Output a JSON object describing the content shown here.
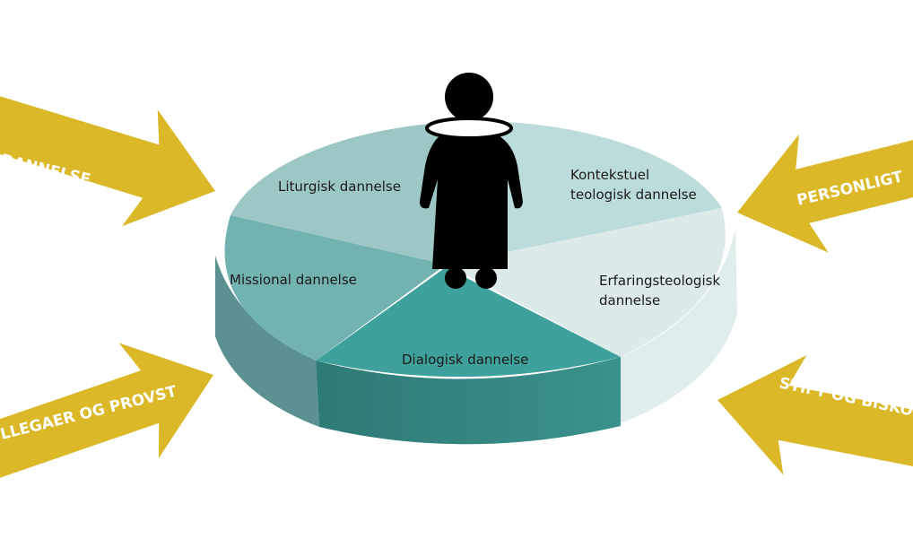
{
  "colors": {
    "arrow": "#dab828",
    "liturgisk": "#9cc7c4",
    "kontekstuel": "#bcdcdb",
    "erfaring": "#dcebea",
    "missional": "#72b3b0",
    "dialogisk": "#3fa19c",
    "figure": "#000000"
  },
  "segments": {
    "liturgisk": "Liturgisk dannelse",
    "kontekstuel_1": "Kontekstuel",
    "kontekstuel_2": "teologisk dannelse",
    "erfaring_1": "Erfaringsteologisk",
    "erfaring_2": "dannelse",
    "missional": "Missional dannelse",
    "dialogisk": "Dialogisk dannelse"
  },
  "arrows": {
    "top_left": "DANNELSE",
    "bottom_left": "LLEGAER OG PROVST",
    "top_right": "PERSONLIGT",
    "bottom_right": "STIFT OG BISKOP"
  }
}
